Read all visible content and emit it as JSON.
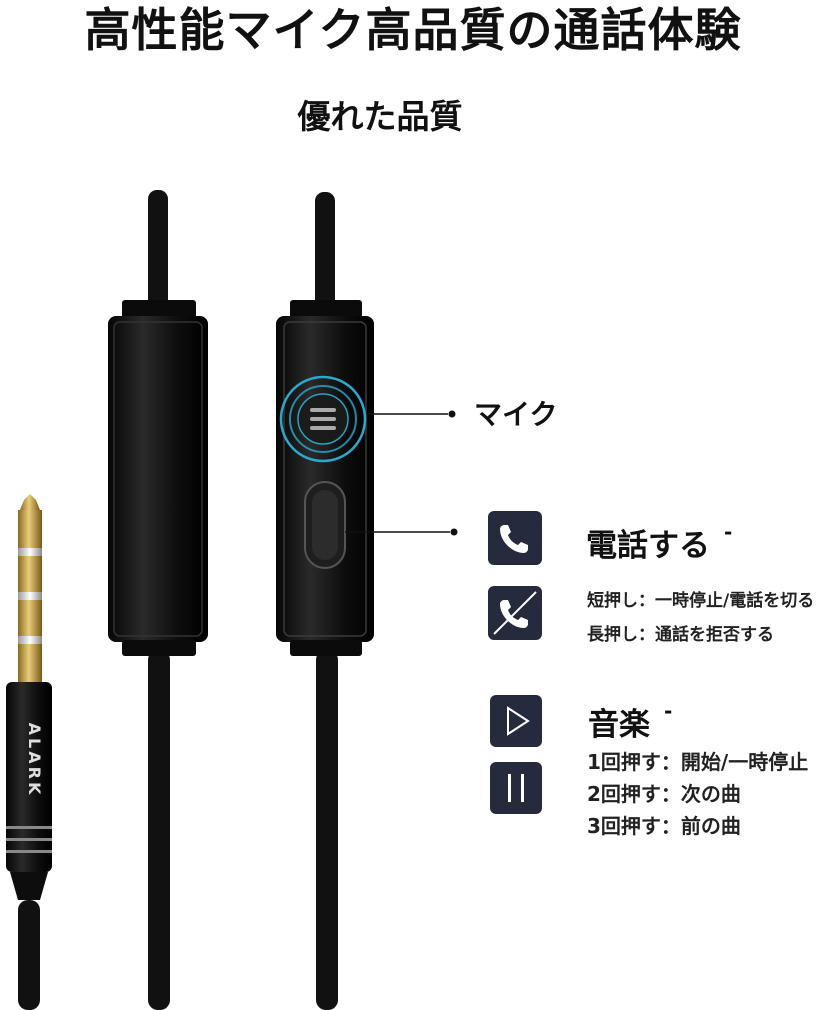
{
  "header": {
    "title": "高性能マイク高品質の通話体験",
    "subtitle": "優れた品質"
  },
  "product": {
    "brand": "ALARK"
  },
  "mic": {
    "label": "マイク"
  },
  "call": {
    "heading": "電話する",
    "dash": "-",
    "lines": [
      "短押し：一時停止/電話を切る",
      "長押し：通話を拒否する"
    ]
  },
  "music": {
    "heading": "音楽",
    "dash": "-",
    "lines": [
      "1回押す：開始/一時停止",
      "2回押す：次の曲",
      "3回押す：前の曲"
    ]
  },
  "icons": [
    "phone-icon",
    "hang-up-icon",
    "play-icon",
    "pause-icon"
  ],
  "colors": {
    "icon_bg": "#252a3d",
    "mic_ring": "#2aa9c9",
    "plug_gold": "#c9a64a",
    "cable": "#111111"
  }
}
